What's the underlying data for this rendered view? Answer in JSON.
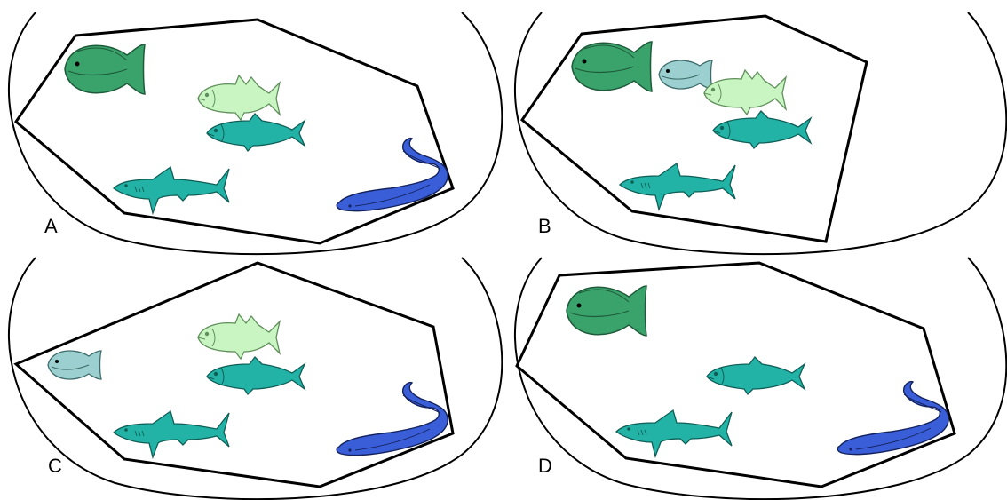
{
  "colors": {
    "flounder": "#3aa36b",
    "flounder_small": "#9ccfcf",
    "cod": "#c9f5c3",
    "cod_stroke": "#5f8f5a",
    "herring": "#22b3a6",
    "shark": "#22b3a6",
    "eel": "#3a5ed8",
    "outline": "#000000"
  },
  "panels": [
    {
      "label": "A",
      "fish": [
        "flounder-large",
        "cod",
        "herring",
        "shark",
        "eel"
      ]
    },
    {
      "label": "B",
      "fish": [
        "flounder-large",
        "flounder-small",
        "cod",
        "herring",
        "shark"
      ]
    },
    {
      "label": "C",
      "fish": [
        "flounder-small",
        "cod",
        "herring",
        "shark",
        "eel"
      ]
    },
    {
      "label": "D",
      "fish": [
        "flounder-large",
        "herring",
        "shark",
        "eel"
      ]
    }
  ]
}
